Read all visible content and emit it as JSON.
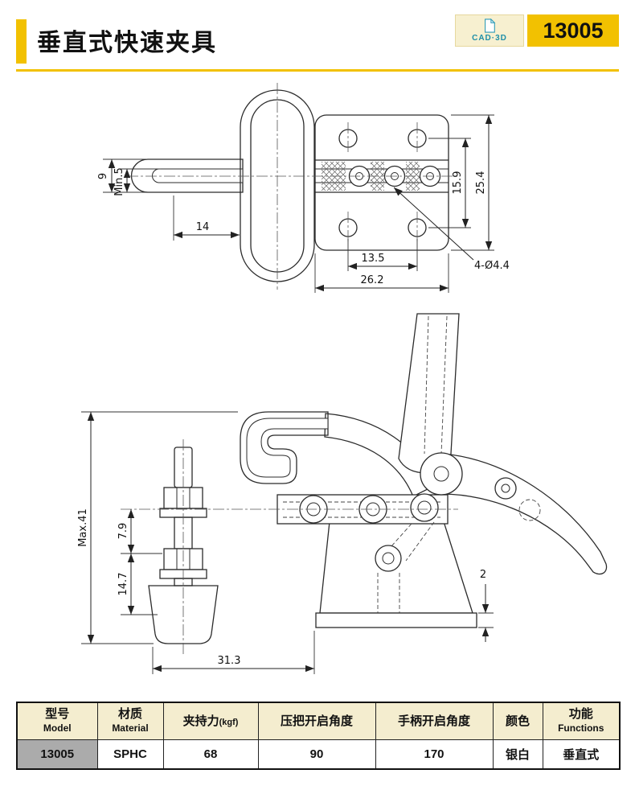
{
  "header": {
    "title": "垂直式快速夹具",
    "cad_badge_label": "CAD·3D",
    "model_number": "13005",
    "accent_color": "#F2C101"
  },
  "top_view": {
    "dims": {
      "height_9": "9",
      "min_5": "Min.5",
      "len_14": "14",
      "holes_v": "15.9",
      "plate_h": "25.4",
      "holes_h": "13.5",
      "plate_w": "26.2",
      "hole_note": "4-Ø4.4"
    }
  },
  "side_view": {
    "dims": {
      "max_41": "Max.41",
      "d7_9": "7.9",
      "d14_7": "14.7",
      "d31_3": "31.3",
      "d2": "2"
    }
  },
  "spec_table": {
    "headers": {
      "model_zh": "型号",
      "model_en": "Model",
      "material_zh": "材质",
      "material_en": "Material",
      "force_zh": "夹持力",
      "force_unit": "(kgf)",
      "bar_angle": "压把开启角度",
      "handle_angle": "手柄开启角度",
      "color": "颜色",
      "function_zh": "功能",
      "function_en": "Functions"
    },
    "row": {
      "model": "13005",
      "material": "SPHC",
      "force": "68",
      "bar_angle": "90",
      "handle_angle": "170",
      "color": "银白",
      "function": "垂直式"
    }
  }
}
